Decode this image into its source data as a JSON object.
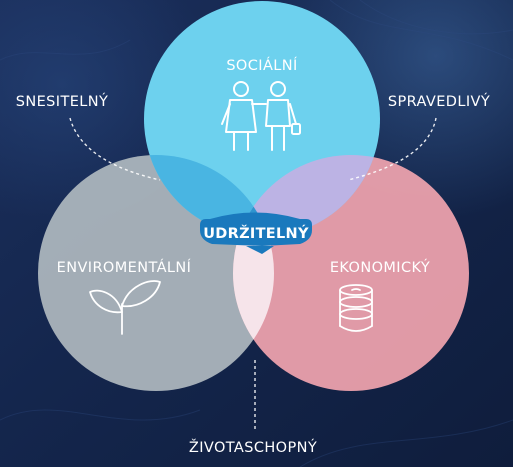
{
  "diagram": {
    "circles": {
      "social": {
        "label": "SOCIÁLNÍ",
        "icon": "people-icon",
        "color": "#6fd2ee"
      },
      "environmental": {
        "label": "ENVIROMENTÁLNÍ",
        "icon": "sprout-icon",
        "color": "#b3bcc1"
      },
      "economic": {
        "label": "EKONOMICKÝ",
        "icon": "coins-icon",
        "color": "#f1a5af"
      }
    },
    "overlaps": {
      "social_environmental": "SNESITELNÝ",
      "social_economic": "SPRAVEDLIVÝ",
      "environmental_economic": "ŽIVOTASCHOPNÝ",
      "center": "UDRŽITELNÝ"
    },
    "colors": {
      "background": "#14264a",
      "center_badge": "#1a79bd",
      "text": "#ffffff"
    }
  }
}
